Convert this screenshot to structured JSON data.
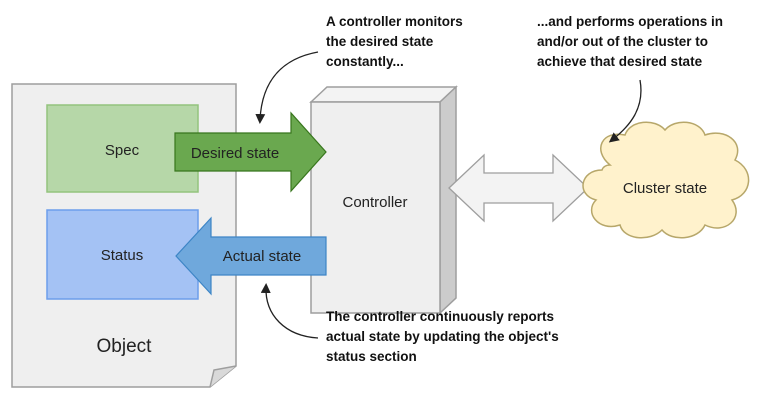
{
  "object": {
    "label": "Object",
    "spec_label": "Spec",
    "status_label": "Status"
  },
  "arrows": {
    "desired_state": "Desired state",
    "actual_state": "Actual state"
  },
  "controller": {
    "label": "Controller"
  },
  "cluster": {
    "label": "Cluster state"
  },
  "notes": {
    "monitors": [
      "A controller monitors",
      "the desired state",
      "constantly..."
    ],
    "operations": [
      "...and performs operations in",
      "and/or out of the cluster to",
      "achieve that desired state"
    ],
    "reports": [
      "The controller continuously reports",
      "actual state by updating the object's",
      "status section"
    ]
  },
  "colors": {
    "spec_fill": "#b6d7a8",
    "desired_arrow": "#6aa84f",
    "status_fill": "#a4c2f4",
    "actual_arrow": "#6fa8dc",
    "object_fill": "#efefef",
    "controller_fill": "#efefef",
    "cluster_fill": "#fff2cc"
  }
}
